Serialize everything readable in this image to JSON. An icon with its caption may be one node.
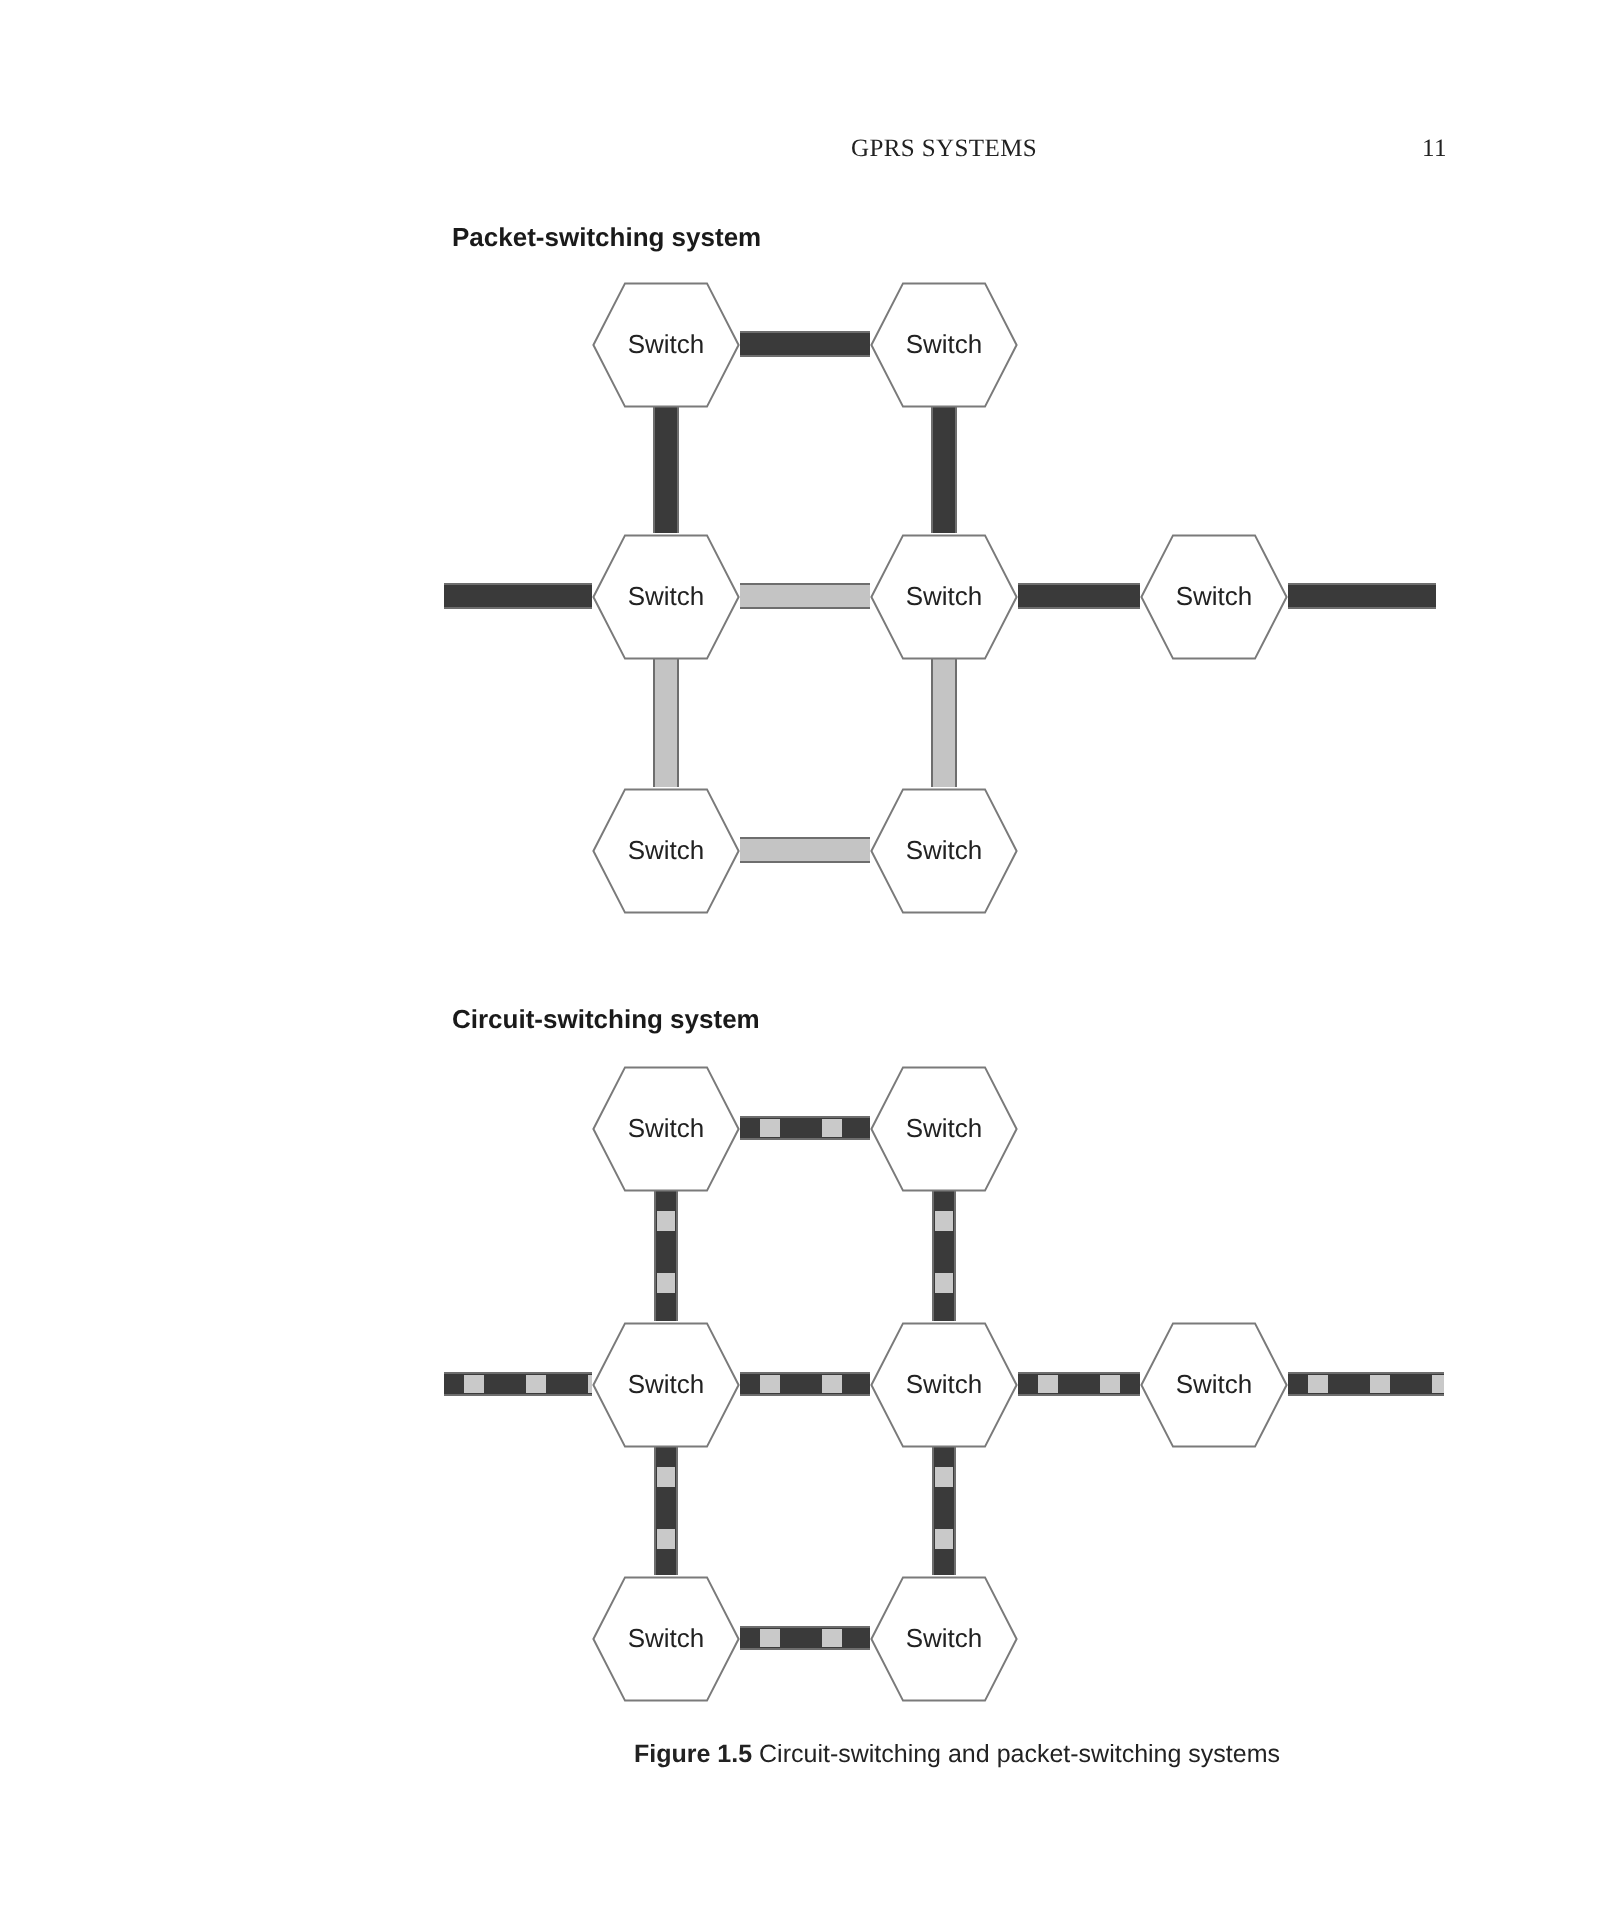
{
  "diagram": {
    "caption": "**Figure 1.5** Circuit-switching and packet-switching systems",
    "nodes": [
      {
        "text": [
          "Switch"
        ]
      },
      {
        "text": [
          "Switch"
        ]
      },
      {
        "text": [
          "Switch"
        ]
      },
      {
        "text": [
          "Switch"
        ]
      },
      {
        "text": [
          "Switch"
        ]
      },
      {
        "text": [
          "Switch"
        ]
      },
      {
        "text": [
          "Switch"
        ]
      },
      {
        "text": [
          "Switch"
        ]
      },
      {
        "text": [
          "Switch"
        ]
      },
      {
        "text": [
          "Switch"
        ]
      },
      {
        "text": [
          "Switch"
        ]
      },
      {
        "text": [
          "Switch"
        ]
      },
      {
        "text": [
          "Switch"
        ]
      },
      {
        "text": [
          "Switch"
        ]
      }
    ],
    "edges": [
      {
        "from": 0,
        "to": 1,
        "arrow": "none",
        "style": "thick"
      },
      {
        "from": 0,
        "to": 2,
        "arrow": "none",
        "style": "thick"
      },
      {
        "from": 1,
        "to": 3,
        "arrow": "none",
        "style": "thick"
      },
      {
        "from": null,
        "to": 2,
        "arrow": "none",
        "style": "thick"
      },
      {
        "from": 2,
        "to": 3,
        "arrow": "none",
        "style": "thick",
        "color": "#c4c4c4"
      },
      {
        "from": 3,
        "to": 4,
        "arrow": "none",
        "style": "thick"
      },
      {
        "from": 4,
        "to": null,
        "arrow": "none",
        "style": "thick"
      },
      {
        "from": 2,
        "to": 5,
        "arrow": "none",
        "style": "thick",
        "color": "#c4c4c4"
      },
      {
        "from": 3,
        "to": 6,
        "arrow": "none",
        "style": "thick",
        "color": "#c4c4c4"
      },
      {
        "from": 5,
        "to": 6,
        "arrow": "none",
        "style": "thick",
        "color": "#c4c4c4"
      },
      {
        "from": 7,
        "to": 8,
        "arrow": "none",
        "style": "dashed"
      },
      {
        "from": 7,
        "to": 9,
        "arrow": "none",
        "style": "dashed"
      },
      {
        "from": 8,
        "to": 10,
        "arrow": "none",
        "style": "dashed"
      },
      {
        "from": null,
        "to": 9,
        "arrow": "none",
        "style": "dashed"
      },
      {
        "from": 9,
        "to": 10,
        "arrow": "none",
        "style": "dashed"
      },
      {
        "from": 10,
        "to": 11,
        "arrow": "none",
        "style": "dashed"
      },
      {
        "from": 11,
        "to": null,
        "arrow": "none",
        "style": "dashed"
      },
      {
        "from": 9,
        "to": 12,
        "arrow": "none",
        "style": "dashed"
      },
      {
        "from": 10,
        "to": 13,
        "arrow": "none",
        "style": "dashed"
      },
      {
        "from": 12,
        "to": 13,
        "arrow": "none",
        "style": "dashed"
      }
    ],
    "labels": [
      "GPRS SYSTEMS",
      "11",
      "Packet-switching system",
      "Circuit-switching system"
    ]
  }
}
